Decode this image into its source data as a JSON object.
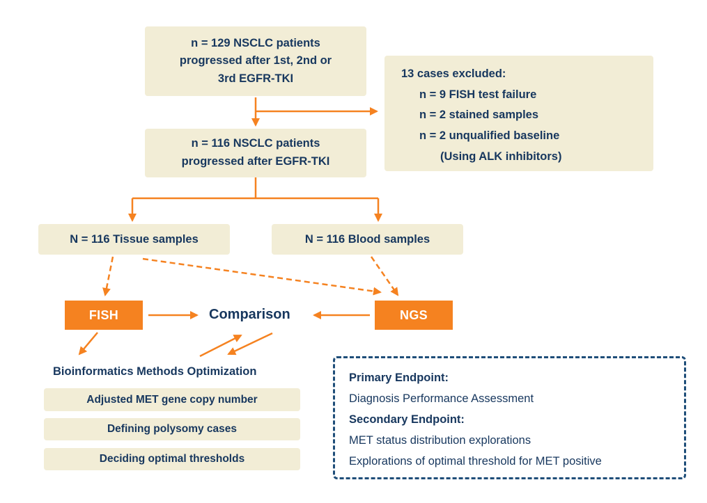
{
  "colors": {
    "cream": "#F2EDD6",
    "orange": "#F58220",
    "navy": "#17375E",
    "endpoint_border": "#1F4E79"
  },
  "flow": {
    "box1": {
      "lines": [
        "n =  129 NSCLC patients",
        "progressed after 1st, 2nd or",
        "3rd EGFR-TKI"
      ]
    },
    "excluded": {
      "title": "13 cases excluded:",
      "items": [
        "n = 9 FISH test failure",
        "n = 2 stained samples",
        "n = 2 unqualified baseline",
        "(Using ALK inhibitors)"
      ]
    },
    "box2": {
      "lines": [
        "n =  116 NSCLC patients",
        "progressed after EGFR-TKI"
      ]
    },
    "tissue": {
      "label": "N = 116 Tissue samples"
    },
    "blood": {
      "label": "N = 116 Blood samples"
    },
    "fish": {
      "label": "FISH"
    },
    "ngs": {
      "label": "NGS"
    },
    "comparison": {
      "label": "Comparison"
    },
    "bioinformatics": {
      "label": "Bioinformatics Methods Optimization"
    },
    "methods": [
      {
        "label": "Adjusted MET gene copy number"
      },
      {
        "label": "Defining polysomy cases"
      },
      {
        "label": "Deciding optimal thresholds"
      }
    ],
    "endpoints": {
      "primary_label": "Primary Endpoint:",
      "primary_text": "Diagnosis Performance Assessment",
      "secondary_label": "Secondary Endpoint:",
      "secondary_items": [
        "MET status distribution explorations",
        "Explorations of optimal threshold for MET positive"
      ]
    }
  }
}
